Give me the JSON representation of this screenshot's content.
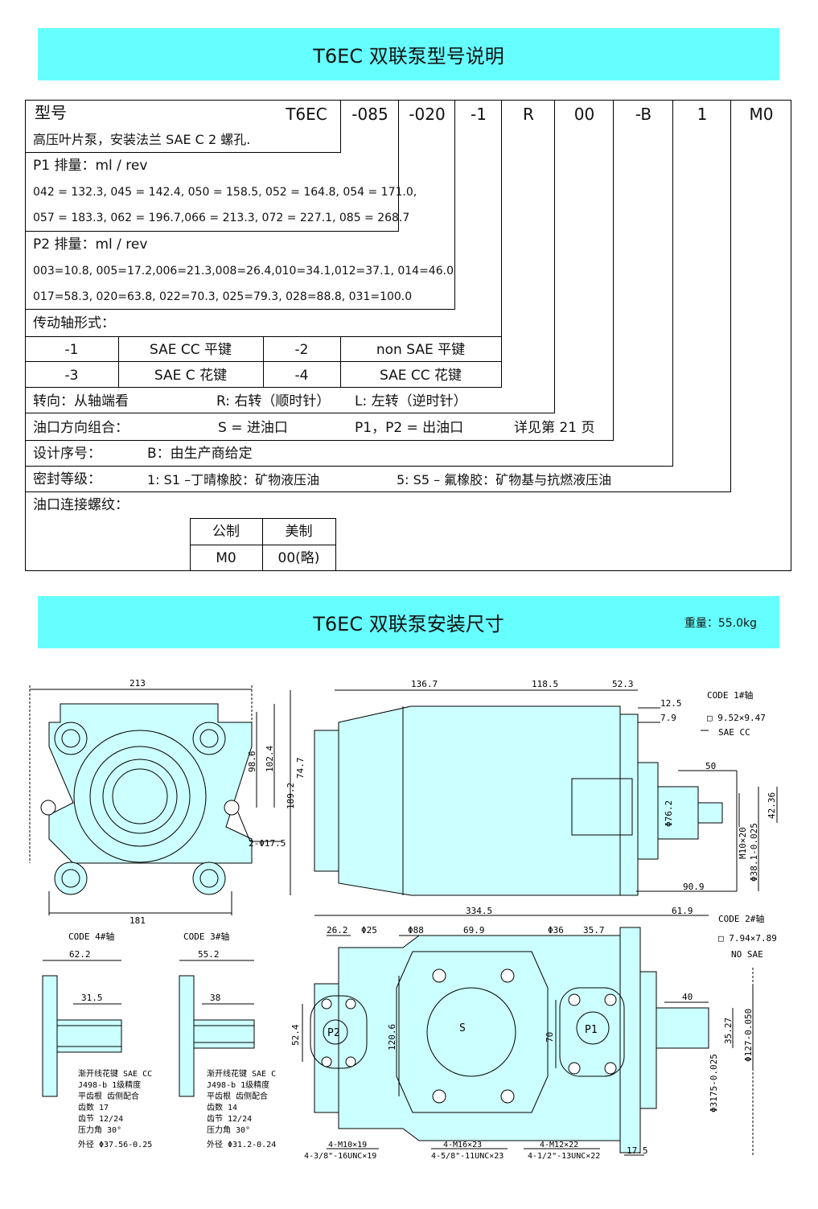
{
  "header1": {
    "title": "T6EC 双联泵型号说明"
  },
  "model": {
    "label": "型号",
    "codes": [
      "T6EC",
      "-085",
      "-020",
      "-1",
      "R",
      "00",
      "-B",
      "1",
      "M0"
    ],
    "desc": "高压叶片泵，安装法兰 SAE C      2 螺孔.",
    "p1": {
      "title": "P1 排量：ml / rev",
      "line1": "042 = 132.3, 045 = 142.4, 050 = 158.5, 052 = 164.8, 054 = 171.0,",
      "line2": "057 = 183.3, 062 = 196.7,066 = 213.3, 072 = 227.1,    085 = 268.7"
    },
    "p2": {
      "title": "P2 排量：ml / rev",
      "line1": "003=10.8, 005=17.2,006=21.3,008=26.4,010=34.1,012=37.1, 014=46.0",
      "line2": "017=58.3, 020=63.8,    022=70.3,    025=79.3,    028=88.8,    031=100.0"
    },
    "shaft": {
      "title": "传动轴形式：",
      "rows": [
        [
          "-1",
          "SAE CC  平键",
          "-2",
          "non SAE  平键"
        ],
        [
          "-3",
          "SAE C  花键",
          "-4",
          "SAE CC  花键"
        ]
      ]
    },
    "rotation": {
      "label": "转向：从轴端看",
      "r": "R:  右转（顺时针）",
      "l": "L:  左转（逆时针）"
    },
    "port": {
      "label": "油口方向组合：",
      "s": "S =  进油口",
      "p": "P1，P2 =  出油口",
      "ref": "详见第 21 页"
    },
    "design": {
      "label": "设计序号：",
      "b": "B：由生产商给定"
    },
    "seal": {
      "label": "密封等级：",
      "s1": "1: S1 –丁晴橡胶：矿物液压油",
      "s5": "5: S5 –  氟橡胶：矿物基与抗燃液压油"
    },
    "thread": {
      "label": "油口连接螺纹：",
      "headers": [
        "公制",
        "美制"
      ],
      "values": [
        "M0",
        "00(略)"
      ]
    }
  },
  "header2": {
    "title": "T6EC 双联泵安装尺寸",
    "weight": "重量：55.0kg"
  },
  "drawing": {
    "front": {
      "d213": "213",
      "d181": "181",
      "d98": "98.6",
      "d102": "102.4",
      "holes": "2-Φ17.5"
    },
    "side": {
      "d136": "136.7",
      "d118": "118.5",
      "d52": "52.3",
      "d125": "12.5",
      "d79": "7.9",
      "d189": "189.2",
      "d74": "74.7",
      "d762": "Φ76.2",
      "d50": "50",
      "d909": "90.9",
      "d4236": "42.36",
      "dm10": "M10×20",
      "dshaft": "Φ38.1-0.025"
    },
    "code1": {
      "title": "CODE 1#轴",
      "key": "□ 9.52×9.47",
      "std": "SAE CC"
    },
    "code2": {
      "title": "CODE 2#轴",
      "key": "□ 7.94×7.89",
      "std": "NO SAE"
    },
    "code4": {
      "title": "CODE 4#轴",
      "d1": "62.2",
      "d2": "31.5",
      "spec": [
        "渐开线花键 SAE CC",
        "J498-b  1级精度",
        "平齿根 齿侧配合",
        "齿数     17",
        "齿节     12/24",
        "压力角  30°",
        "外径     Φ37.56-0.25"
      ]
    },
    "code3": {
      "title": "CODE 3#轴",
      "d1": "55.2",
      "d2": "38",
      "spec": [
        "渐开线花键 SAE C",
        "J498-b  1级精度",
        "平齿根 齿侧配合",
        "齿数     14",
        "齿节     12/24",
        "压力角  30°",
        "外径     Φ31.2-0.24"
      ]
    },
    "bottom": {
      "d3345": "334.5",
      "d619": "61.9",
      "d262": "26.2",
      "phi25": "Φ25",
      "phi88": "Φ88",
      "d699": "69.9",
      "phi36": "Φ36",
      "d357": "35.7",
      "d524": "52.4",
      "d1206": "120.6",
      "d70": "70",
      "d40": "40",
      "d3527": "35.27",
      "d127": "Φ127-0.050",
      "d3175": "Φ3175-0.025",
      "d175": "17.5",
      "p2": "P2",
      "s": "S",
      "p1": "P1",
      "b1a": "4-M10×19",
      "b1b": "4-3/8\"-16UNC×19",
      "b2a": "4-M16×23",
      "b2b": "4-5/8\"-11UNC×23",
      "b3a": "4-M12×22",
      "b3b": "4-1/2\"-13UNC×22"
    }
  }
}
